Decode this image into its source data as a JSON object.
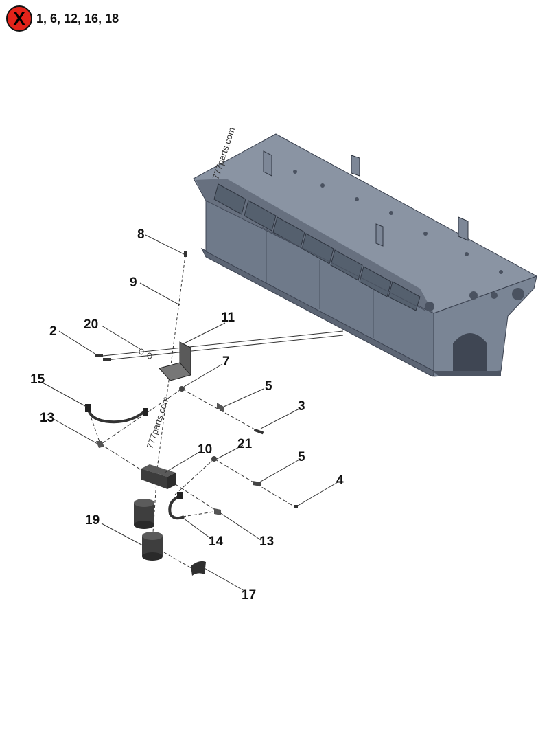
{
  "header": {
    "badge_symbol": "X",
    "excluded_items": "1, 6, 12, 16, 18"
  },
  "watermarks": [
    "777parts.com",
    "777parts.com"
  ],
  "callouts": [
    "8",
    "9",
    "2",
    "20",
    "11",
    "7",
    "15",
    "5",
    "3",
    "13",
    "10",
    "21",
    "5",
    "4",
    "19",
    "14",
    "13",
    "17"
  ],
  "colors": {
    "block_body": "#6f7a8a",
    "block_top": "#8a94a3",
    "block_dark": "#4d5563",
    "part_dark": "#3a3a3a",
    "badge": "#e2231a"
  }
}
